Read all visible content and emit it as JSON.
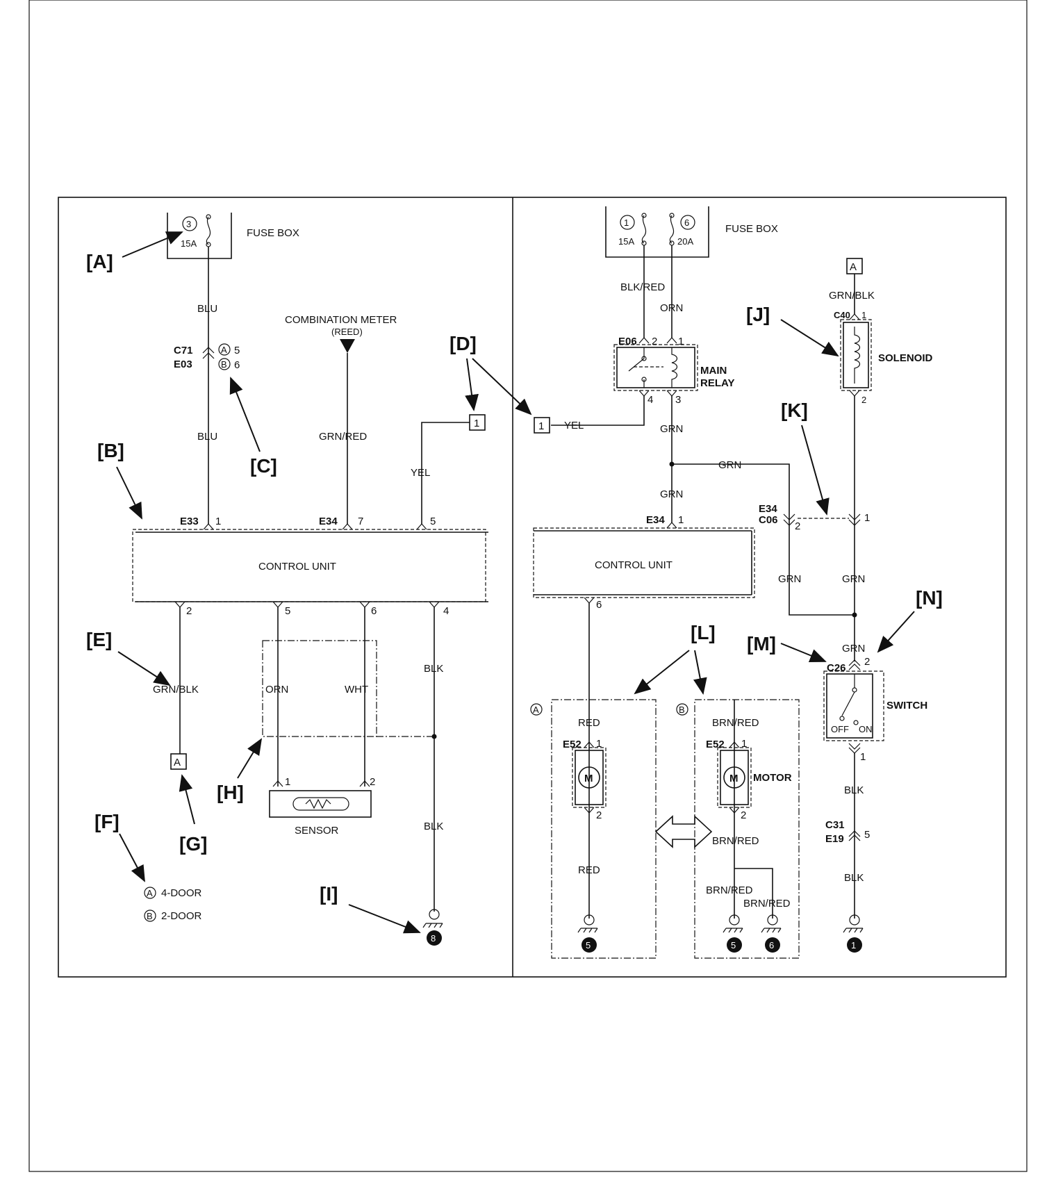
{
  "labels": {
    "fuse_box_left": "FUSE BOX",
    "fuse_box_right": "FUSE BOX",
    "fuse_l_num": "3",
    "fuse_l_amp": "15A",
    "fuse_r1_num": "1",
    "fuse_r1_amp": "15A",
    "fuse_r2_num": "6",
    "fuse_r2_amp": "20A",
    "combination_meter": "COMBINATION METER",
    "reed": "(REED)",
    "control_unit_left": "CONTROL UNIT",
    "control_unit_right": "CONTROL UNIT",
    "sensor": "SENSOR",
    "main_relay_1": "MAIN",
    "main_relay_2": "RELAY",
    "solenoid": "SOLENOID",
    "switch": "SWITCH",
    "motor": "MOTOR",
    "off": "OFF",
    "on": "ON",
    "motor_symbol": "M",
    "connector_a": "A",
    "connector_1": "1",
    "legend_a": "4-DOOR",
    "legend_b": "2-DOOR",
    "circle_a": "A",
    "circle_b": "B"
  },
  "wires": {
    "blu": "BLU",
    "grn_red": "GRN/RED",
    "yel": "YEL",
    "grn_blk": "GRN/BLK",
    "orn": "ORN",
    "wht": "WHT",
    "blk": "BLK",
    "blk_red": "BLK/RED",
    "grn": "GRN",
    "red": "RED",
    "brn_red": "BRN/RED"
  },
  "connectors": {
    "c71": "C71",
    "e03": "E03",
    "e33": "E33",
    "e34": "E34",
    "e06": "E06",
    "c40": "C40",
    "c06": "C06",
    "e52": "E52",
    "c26": "C26",
    "c31": "C31",
    "e19": "E19"
  },
  "pins": {
    "p1": "1",
    "p2": "2",
    "p3": "3",
    "p4": "4",
    "p5": "5",
    "p6": "6",
    "p7": "7"
  },
  "grounds": {
    "g8": "8",
    "g5": "5",
    "g6": "6",
    "g1": "1"
  },
  "callouts": [
    "[A]",
    "[B]",
    "[C]",
    "[D]",
    "[E]",
    "[F]",
    "[G]",
    "[H]",
    "[I]",
    "[J]",
    "[K]",
    "[L]",
    "[M]",
    "[N]"
  ]
}
